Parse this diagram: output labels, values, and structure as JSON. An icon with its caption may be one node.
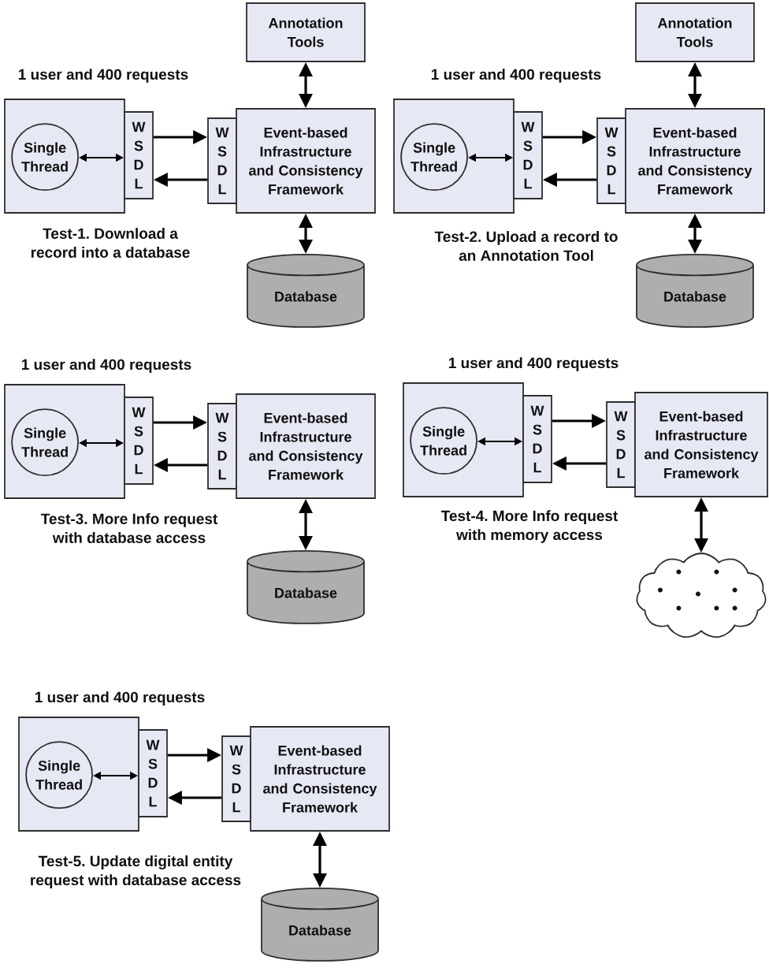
{
  "diagram": {
    "nodes": [
      {
        "text": [
          "Annotation Tools"
        ]
      },
      {
        "text": [],
        "shape": "box",
        "beside": [
          "1 user and 400 requests",
          "Test-1. Download a record into a database"
        ]
      },
      {
        "text": [
          "Single Thread"
        ],
        "in": 1
      },
      {
        "text": [
          "W S D L"
        ]
      },
      {
        "text": [
          "W S D L"
        ]
      },
      {
        "text": [
          "Event-based Infrastructure and Consistency Framework"
        ]
      },
      {
        "text": [
          "Database"
        ]
      },
      {
        "text": [
          "Annotation Tools"
        ]
      },
      {
        "text": [],
        "shape": "box",
        "beside": [
          "1 user and 400 requests",
          "Test-2. Upload a record to an Annotation Tool"
        ]
      },
      {
        "text": [
          "Single Thread"
        ],
        "in": 8
      },
      {
        "text": [
          "W S D L"
        ]
      },
      {
        "text": [
          "W S D L"
        ]
      },
      {
        "text": [
          "Event-based Infrastructure and Consistency Framework"
        ]
      },
      {
        "text": [
          "Database"
        ]
      },
      {
        "text": [],
        "shape": "box",
        "beside": [
          "1 user and 400 requests",
          "Test-3. More Info request with database access"
        ]
      },
      {
        "text": [
          "Single Thread"
        ],
        "in": 14
      },
      {
        "text": [
          "W S D L"
        ]
      },
      {
        "text": [
          "W S D L"
        ]
      },
      {
        "text": [
          "Event-based Infrastructure and Consistency Framework"
        ]
      },
      {
        "text": [
          "Database"
        ]
      },
      {
        "text": [],
        "shape": "box",
        "beside": [
          "1 user and 400 requests",
          "Test-4. More Info request with memory access"
        ]
      },
      {
        "text": [
          "Single Thread"
        ],
        "in": 20
      },
      {
        "text": [
          "W S D L"
        ]
      },
      {
        "text": [
          "W S D L"
        ]
      },
      {
        "text": [
          "Event-based Infrastructure and Consistency Framework"
        ]
      },
      {
        "text": [],
        "shape": "cloud"
      },
      {
        "text": [],
        "shape": "box",
        "beside": [
          "1 user and 400 requests",
          "Test-5. Update digital entity request with database access"
        ]
      },
      {
        "text": [
          "Single Thread"
        ],
        "in": 26
      },
      {
        "text": [
          "W S D L"
        ]
      },
      {
        "text": [
          "W S D L"
        ]
      },
      {
        "text": [
          "Event-based Infrastructure and Consistency Framework"
        ]
      },
      {
        "text": [
          "Database"
        ]
      }
    ],
    "edges": [
      {
        "from": 0,
        "to": 5,
        "arrow": "both"
      },
      {
        "from": 2,
        "to": 3,
        "arrow": "both"
      },
      {
        "from": 3,
        "to": 4,
        "arrow": "to"
      },
      {
        "from": 4,
        "to": 3,
        "arrow": "to"
      },
      {
        "from": 5,
        "to": 6,
        "arrow": "both"
      },
      {
        "from": 7,
        "to": 12,
        "arrow": "both"
      },
      {
        "from": 9,
        "to": 10,
        "arrow": "both"
      },
      {
        "from": 10,
        "to": 11,
        "arrow": "to"
      },
      {
        "from": 11,
        "to": 10,
        "arrow": "to"
      },
      {
        "from": 12,
        "to": 13,
        "arrow": "both"
      },
      {
        "from": 15,
        "to": 16,
        "arrow": "both"
      },
      {
        "from": 16,
        "to": 17,
        "arrow": "to"
      },
      {
        "from": 17,
        "to": 16,
        "arrow": "to"
      },
      {
        "from": 18,
        "to": 19,
        "arrow": "both"
      },
      {
        "from": 21,
        "to": 22,
        "arrow": "both"
      },
      {
        "from": 22,
        "to": 23,
        "arrow": "to"
      },
      {
        "from": 23,
        "to": 22,
        "arrow": "to"
      },
      {
        "from": 24,
        "to": 25,
        "arrow": "both"
      },
      {
        "from": 27,
        "to": 28,
        "arrow": "both"
      },
      {
        "from": 28,
        "to": 29,
        "arrow": "to"
      },
      {
        "from": 29,
        "to": 28,
        "arrow": "to"
      },
      {
        "from": 30,
        "to": 31,
        "arrow": "both"
      }
    ]
  }
}
